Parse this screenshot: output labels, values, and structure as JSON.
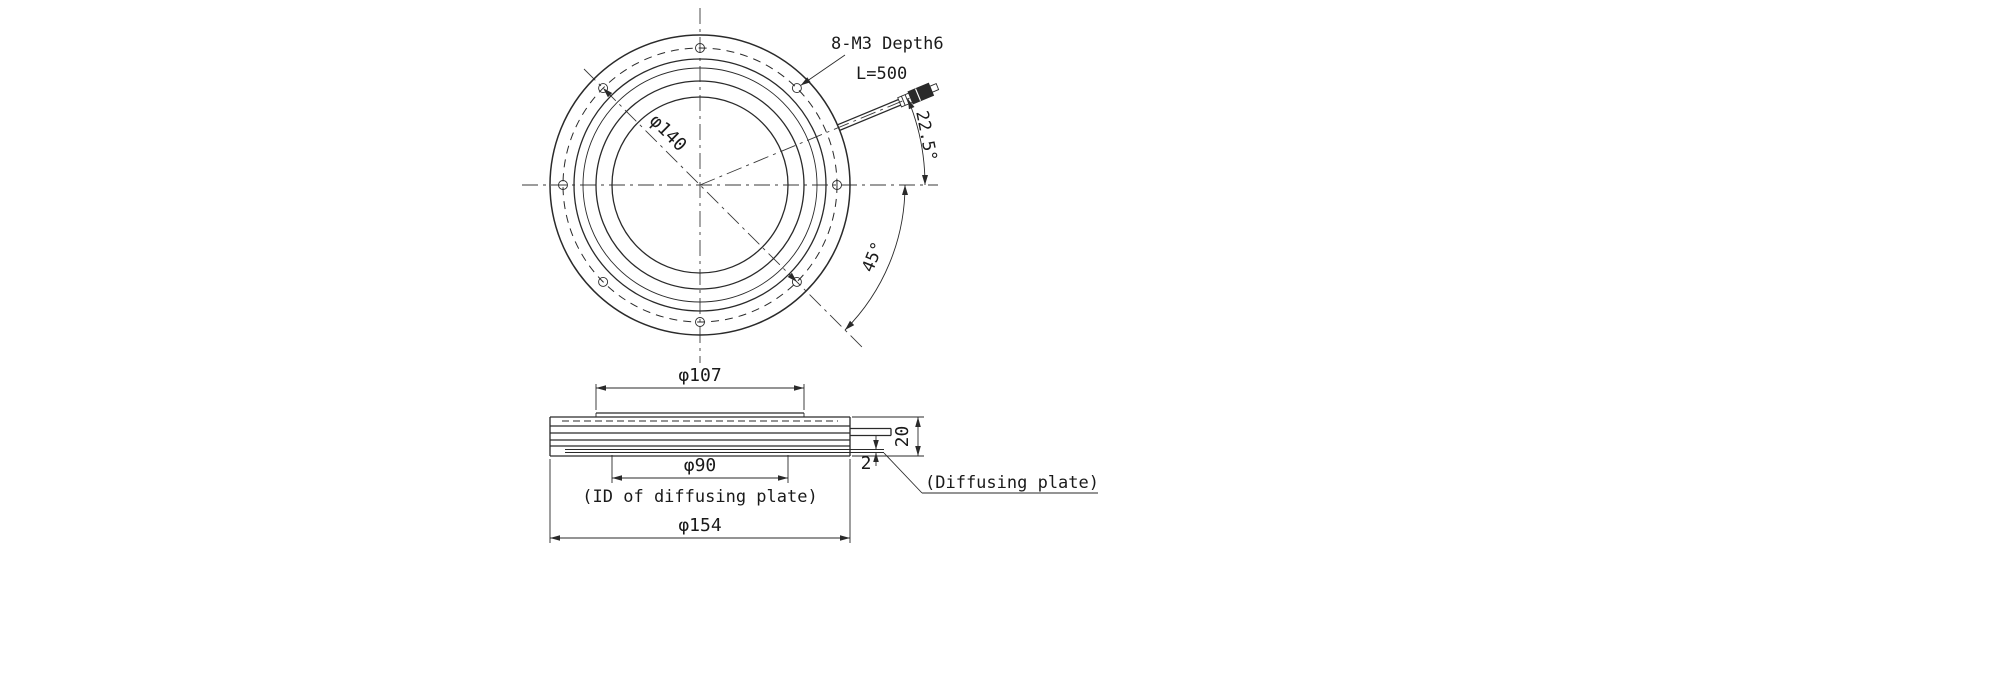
{
  "page": {
    "background": "#ffffff",
    "line_color": "#2a2a2a"
  },
  "drawing": {
    "top_view": {
      "bolt_note": "8-M3 Depth6",
      "cable_length": "L=500",
      "cable_angle": "22.5°",
      "hole_angle": "45°",
      "bolt_circle_dia": "φ140"
    },
    "side_view": {
      "inner_top_dia": "φ107",
      "diffuser_id": "φ90",
      "diffuser_id_note": "(ID of diffusing plate)",
      "outer_dia": "φ154",
      "height": "20",
      "diffuser_thickness": "2",
      "diffuser_note": "(Diffusing plate)"
    }
  }
}
